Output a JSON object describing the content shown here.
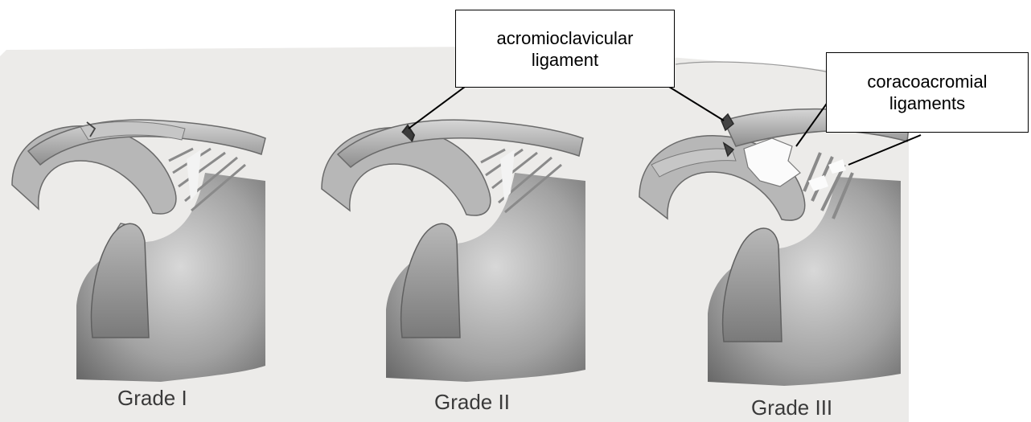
{
  "callouts": {
    "acromioclavicular": {
      "line1": "acromioclavicular",
      "line2": "ligament"
    },
    "coracoacromial": {
      "line1": "coracoacromial",
      "line2": "ligaments"
    }
  },
  "grades": [
    {
      "label": "Grade I"
    },
    {
      "label": "Grade II"
    },
    {
      "label": "Grade III"
    }
  ],
  "colors": {
    "paper": "#ecebe9",
    "bone_light": "#d9d9d9",
    "bone_mid": "#9c9c9c",
    "bone_dark": "#5e5e5e",
    "ligament": "#b4b4b4",
    "leader_line": "#000000"
  }
}
